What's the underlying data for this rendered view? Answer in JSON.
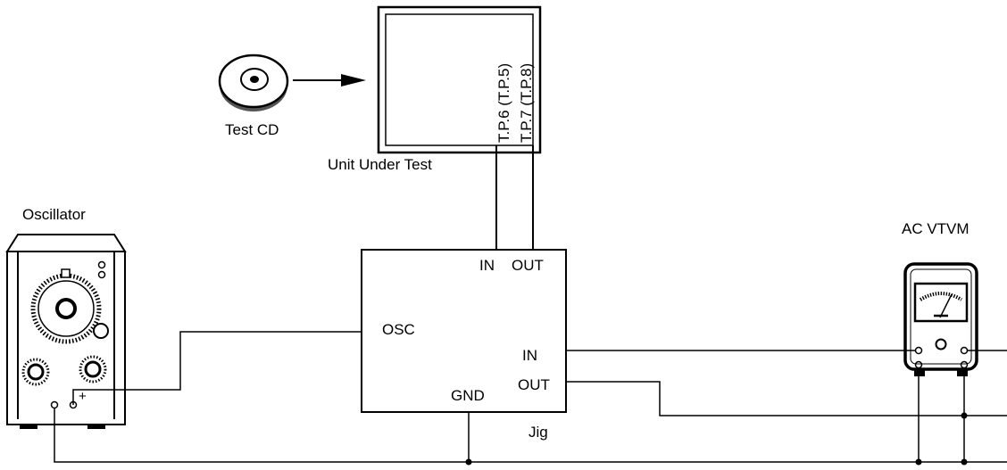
{
  "labels": {
    "test_cd": "Test CD",
    "unit_under_test": "Unit Under Test",
    "oscillator": "Oscillator",
    "ac_vtvm": "AC VTVM",
    "jig": "Jig",
    "jig_in_top": "IN",
    "jig_out_top": "OUT",
    "jig_osc": "OSC",
    "jig_in_right": "IN",
    "jig_out_right": "OUT",
    "jig_gnd": "GND",
    "tp6": "T.P.6 (T.P.5)",
    "tp7": "T.P.7 (T.P.8)",
    "osc_plus": "+"
  }
}
